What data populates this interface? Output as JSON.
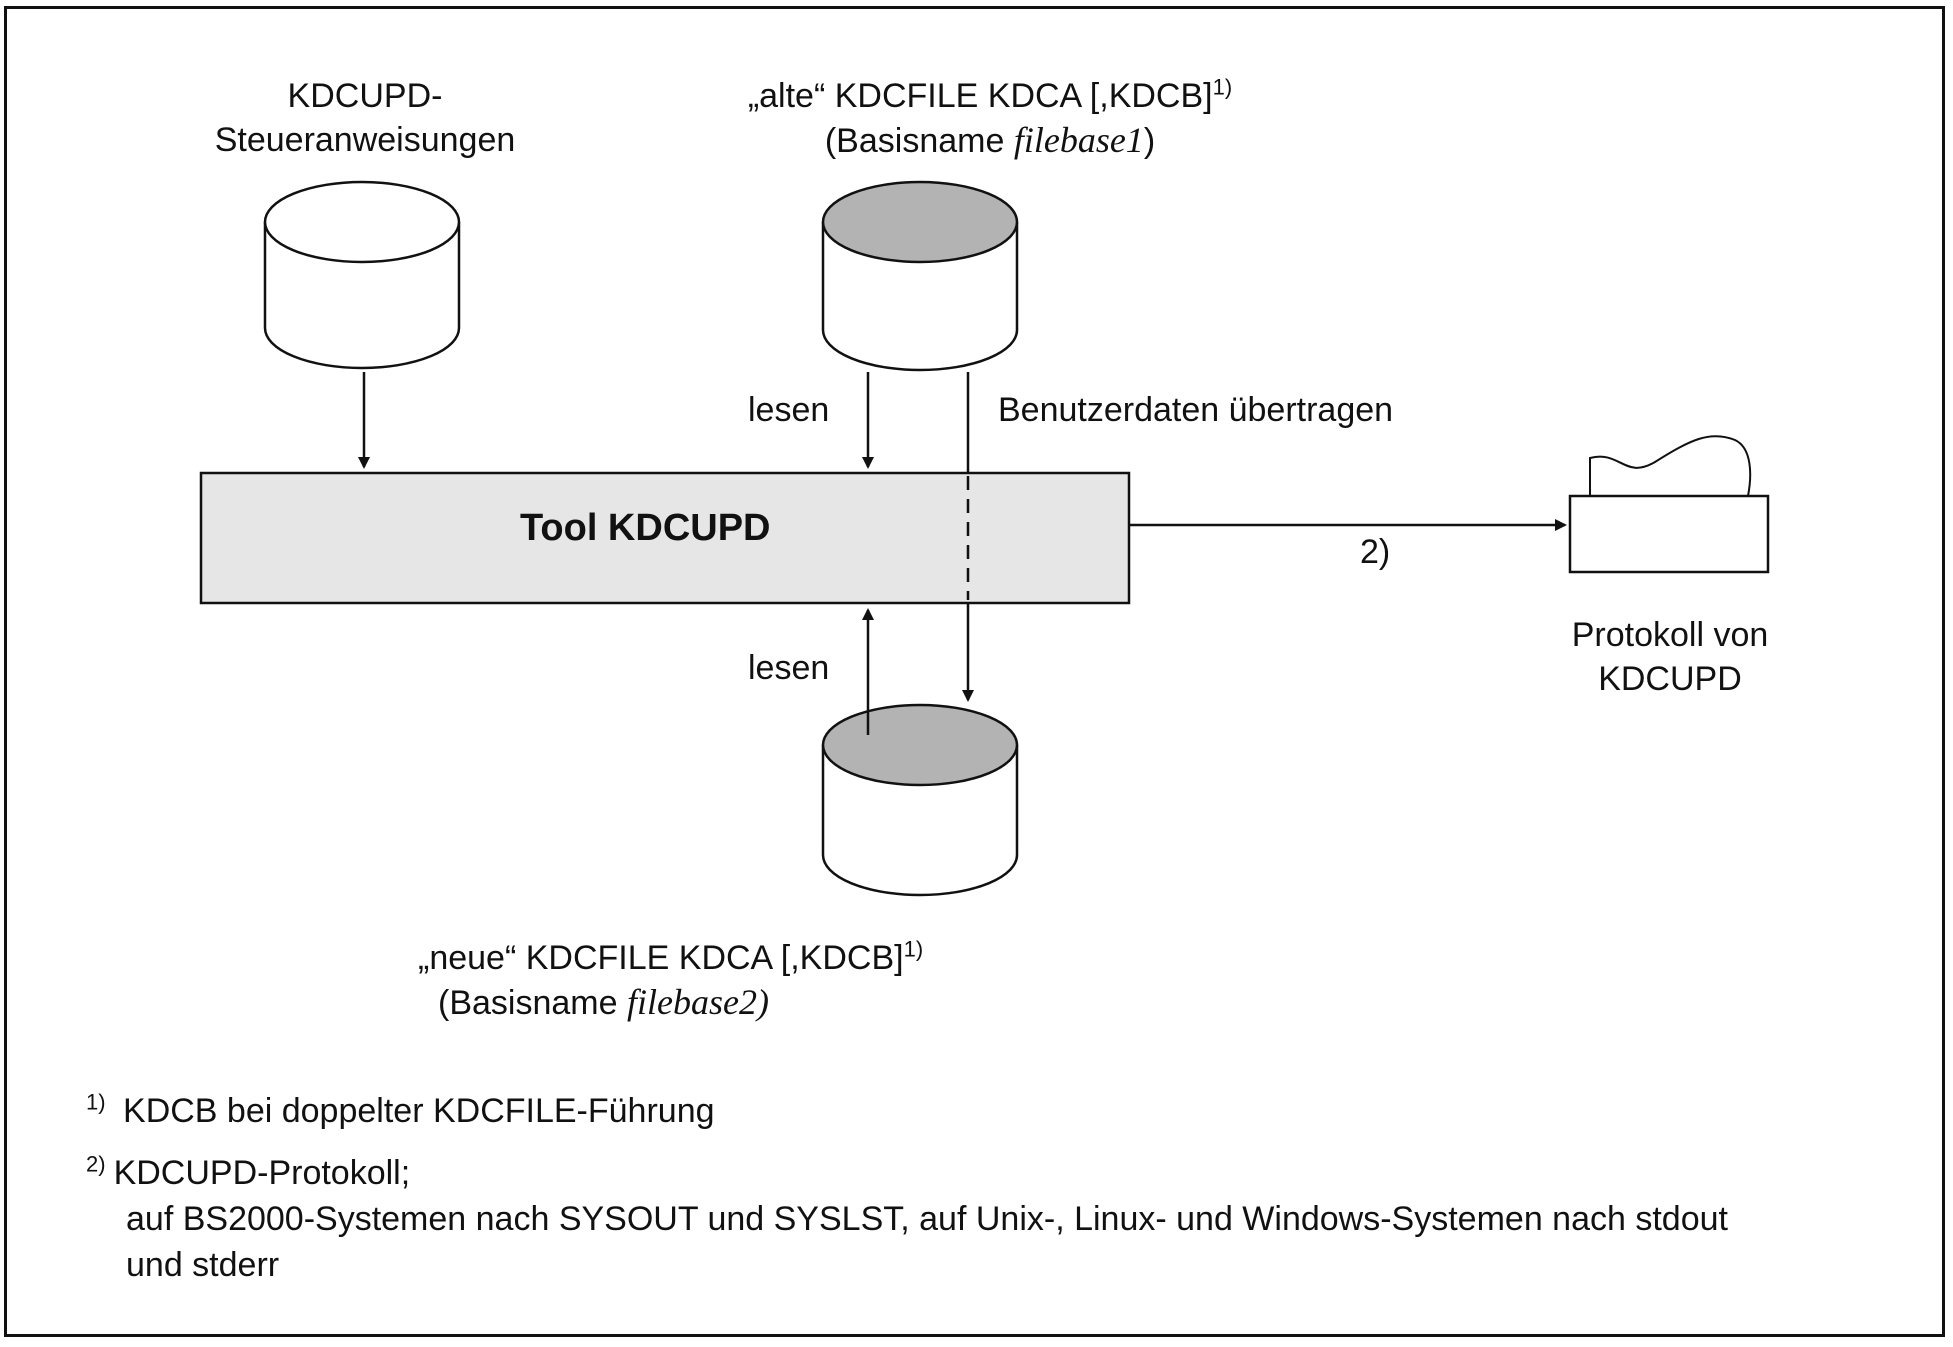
{
  "diagram": {
    "control_input": {
      "line1": "KDCUPD-",
      "line2": "Steueranweisungen"
    },
    "old_kdcfile": {
      "line1_text": "„alte“ KDCFILE KDCA [,KDCB]",
      "line1_sup": "1)",
      "basis_prefix": "(Basisname ",
      "basis_name": "filebase1",
      "basis_suffix": ")"
    },
    "new_kdcfile": {
      "line1_text": "„neue“ KDCFILE KDCA [,KDCB]",
      "line1_sup": "1)",
      "basis_prefix": "(Basisname ",
      "basis_name": "filebase2)"
    },
    "tool_label": "Tool KDCUPD",
    "read_label_top": "lesen",
    "read_label_bottom": "lesen",
    "transfer_label": "Benutzerdaten übertragen",
    "output_arrow_label": "2)",
    "protocol_label": {
      "line1": "Protokoll von",
      "line2": "KDCUPD"
    }
  },
  "footnotes": [
    {
      "number": "1)",
      "lines": [
        "KDCB bei doppelter KDCFILE-Führung"
      ]
    },
    {
      "number": "2)",
      "lines": [
        "KDCUPD-Protokoll;",
        "auf BS2000-Systemen nach SYSOUT und SYSLST, auf Unix-, Linux- und Windows-Systemen nach stdout",
        "und stderr"
      ]
    }
  ],
  "colors": {
    "tool_fill": "#e6e6e6",
    "kdcfile_top_fill": "#b3b3b3",
    "cylinder_fill": "#ffffff",
    "line": "#111111"
  }
}
